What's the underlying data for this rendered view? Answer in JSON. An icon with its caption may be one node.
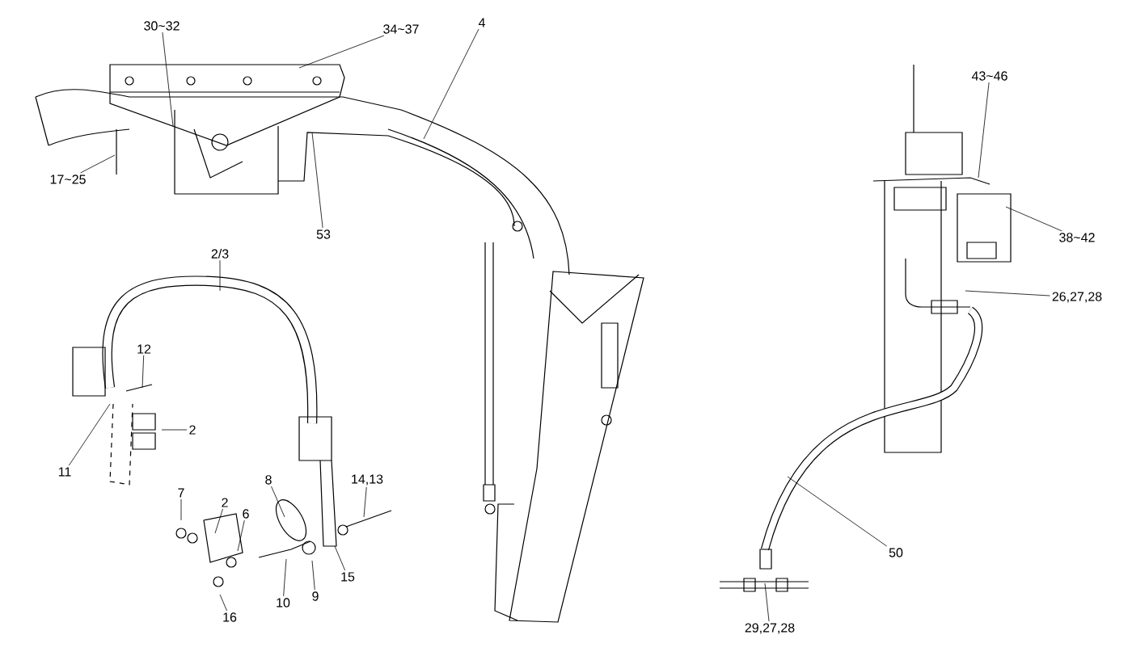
{
  "diagram": {
    "nodes": [
      {
        "text": [
          "30~32"
        ]
      },
      {
        "text": [
          "34~37"
        ]
      },
      {
        "text": [
          "4"
        ]
      },
      {
        "text": [
          "17~25"
        ]
      },
      {
        "text": [
          "53"
        ]
      },
      {
        "text": [
          "43~46"
        ]
      },
      {
        "text": [
          "38~42"
        ]
      },
      {
        "text": [
          "26,27,28"
        ]
      },
      {
        "text": [
          "2/3"
        ]
      },
      {
        "text": [
          "12"
        ]
      },
      {
        "text": [
          "2"
        ]
      },
      {
        "text": [
          "11"
        ]
      },
      {
        "text": [
          "7"
        ]
      },
      {
        "text": [
          "2"
        ]
      },
      {
        "text": [
          "6"
        ]
      },
      {
        "text": [
          "8"
        ]
      },
      {
        "text": [
          "14,13"
        ]
      },
      {
        "text": [
          "15"
        ]
      },
      {
        "text": [
          "16"
        ]
      },
      {
        "text": [
          "10"
        ]
      },
      {
        "text": [
          "9"
        ]
      },
      {
        "text": [
          "50"
        ]
      },
      {
        "text": [
          "29,27,28"
        ]
      }
    ],
    "edges": [
      {
        "from": 0,
        "to": null,
        "arrow": "none"
      },
      {
        "from": 1,
        "to": null,
        "arrow": "none"
      },
      {
        "from": 2,
        "to": null,
        "arrow": "none"
      },
      {
        "from": 3,
        "to": null,
        "arrow": "none"
      },
      {
        "from": 4,
        "to": null,
        "arrow": "none"
      },
      {
        "from": 5,
        "to": null,
        "arrow": "none"
      },
      {
        "from": 6,
        "to": null,
        "arrow": "none"
      },
      {
        "from": 7,
        "to": null,
        "arrow": "none"
      },
      {
        "from": 8,
        "to": null,
        "arrow": "none"
      },
      {
        "from": 9,
        "to": null,
        "arrow": "none"
      },
      {
        "from": 10,
        "to": null,
        "arrow": "none"
      },
      {
        "from": 11,
        "to": null,
        "arrow": "none"
      },
      {
        "from": 12,
        "to": null,
        "arrow": "none"
      },
      {
        "from": 13,
        "to": null,
        "arrow": "none"
      },
      {
        "from": 14,
        "to": null,
        "arrow": "none"
      },
      {
        "from": 15,
        "to": null,
        "arrow": "none"
      },
      {
        "from": 16,
        "to": null,
        "arrow": "none"
      },
      {
        "from": 17,
        "to": null,
        "arrow": "none"
      },
      {
        "from": 18,
        "to": null,
        "arrow": "none"
      },
      {
        "from": 19,
        "to": null,
        "arrow": "none"
      },
      {
        "from": 20,
        "to": null,
        "arrow": "none"
      },
      {
        "from": 21,
        "to": null,
        "arrow": "none"
      },
      {
        "from": 22,
        "to": null,
        "arrow": "none"
      }
    ]
  }
}
